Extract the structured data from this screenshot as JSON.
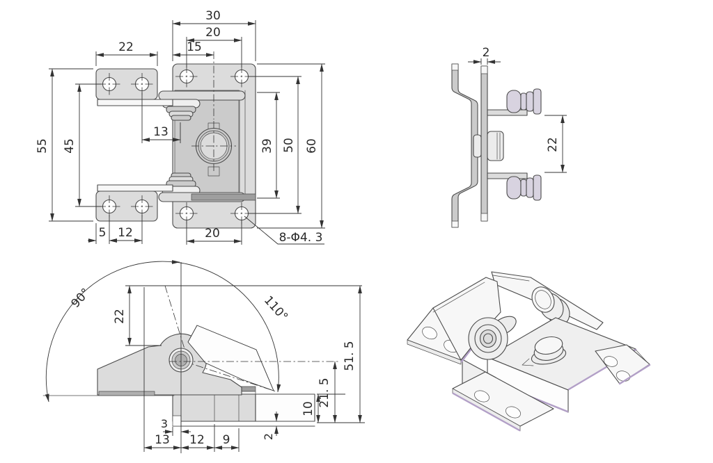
{
  "colors": {
    "paper": "#ffffff",
    "ink": "#2a2a2a",
    "line": "#4a4a4a",
    "dim": "#333333",
    "fill_light": "#dcdcdc",
    "fill_mid": "#cbcbcb",
    "fill_dark": "#9e9e9e",
    "fill_band": "#b0b0b0",
    "rivet": "#d8d3e0",
    "accent": "#b29fc7"
  },
  "front": {
    "d30": "30",
    "d20_top": "20",
    "d15": "15",
    "d22": "22",
    "d55": "55",
    "d45": "45",
    "d13": "13",
    "d39": "39",
    "d50": "50",
    "d60": "60",
    "d5": "5",
    "d12": "12",
    "d20_bottom": "20",
    "holes_note": "8-Φ4. 3"
  },
  "side": {
    "d2": "2",
    "d22": "22"
  },
  "open": {
    "a90": "90°",
    "a110": "110°",
    "d22": "22",
    "d51_5": "51. 5",
    "d21_5": "21. 5",
    "d10": "10",
    "d2": "2",
    "d3": "3",
    "d13": "13",
    "d12": "12",
    "d9": "9"
  }
}
